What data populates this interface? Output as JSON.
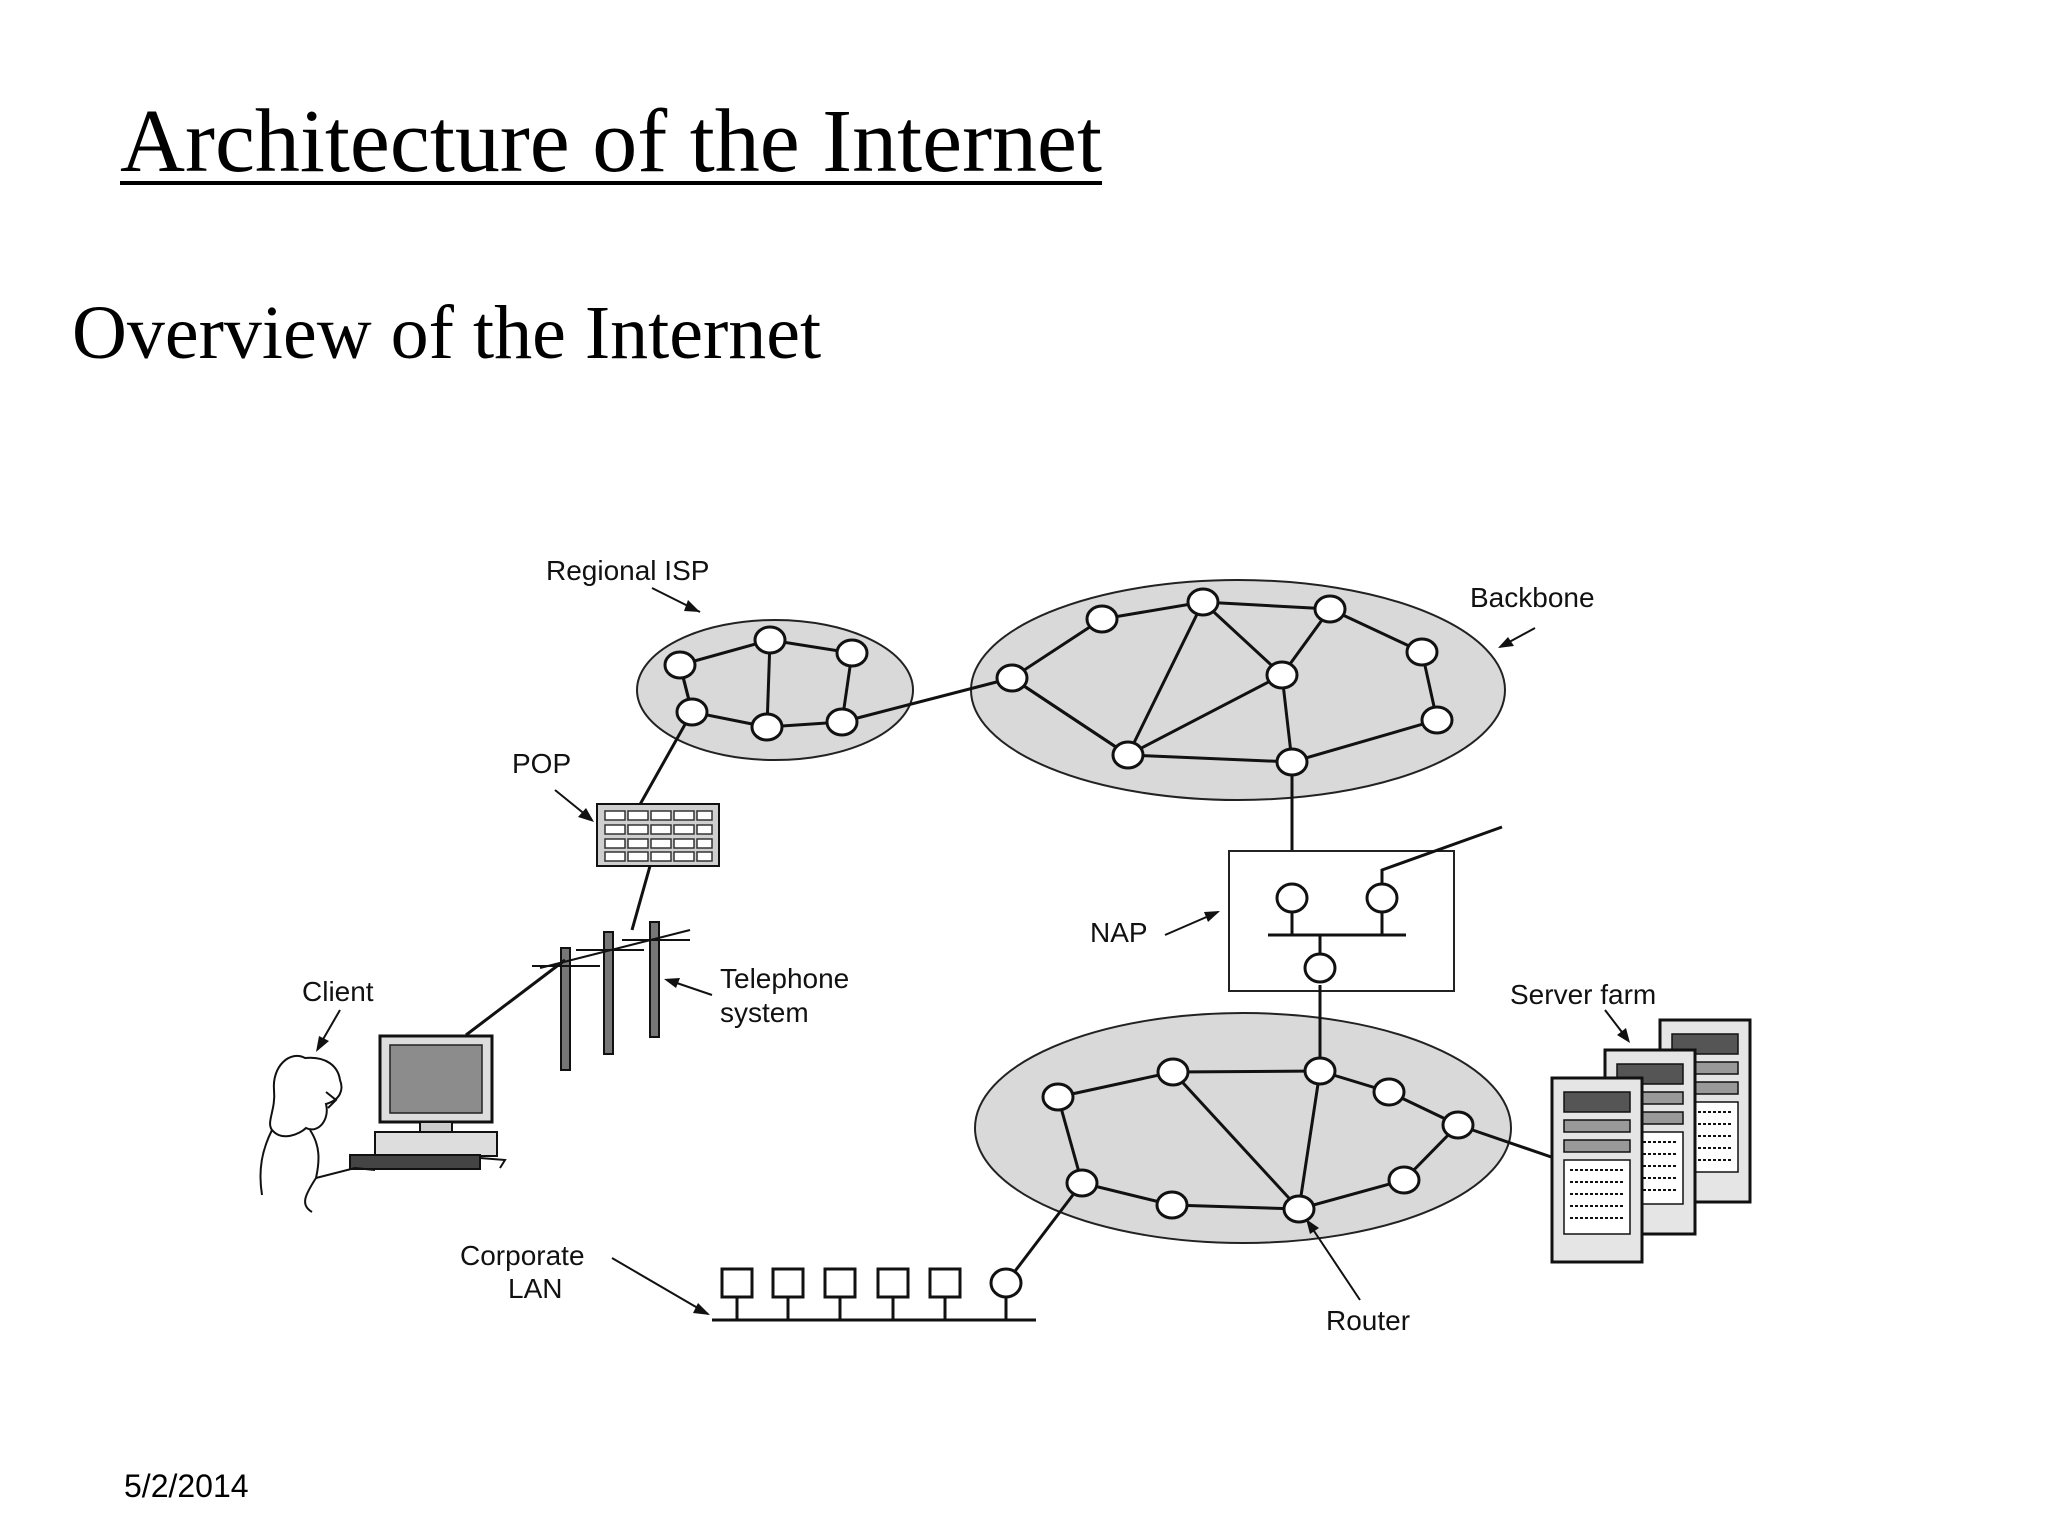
{
  "slide": {
    "title": "Architecture of the Internet",
    "subtitle": "Overview of the Internet",
    "date": "5/2/2014"
  },
  "diagram": {
    "labels": {
      "regional_isp": "Regional ISP",
      "backbone": "Backbone",
      "pop": "POP",
      "nap": "NAP",
      "client": "Client",
      "telephone_line1": "Telephone",
      "telephone_line2": "system",
      "server_farm": "Server farm",
      "corporate_line1": "Corporate",
      "corporate_line2": "LAN",
      "router": "Router"
    },
    "colors": {
      "cloud_fill": "#d9d9d9",
      "line": "#111111",
      "node_fill": "#ffffff"
    }
  }
}
